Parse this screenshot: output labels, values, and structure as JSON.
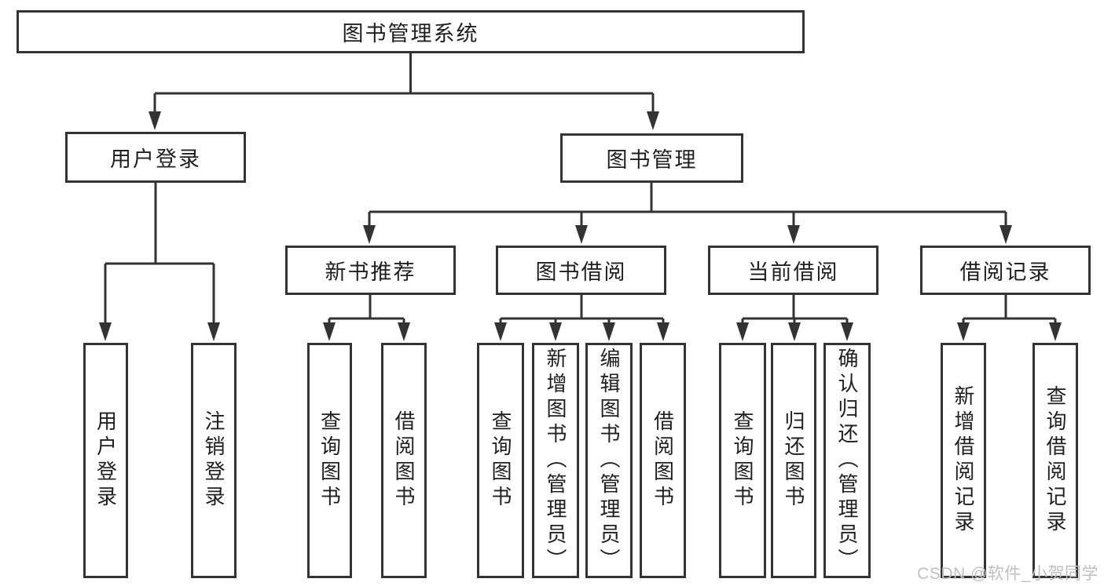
{
  "diagram": {
    "type": "hierarchy-tree",
    "root": {
      "label": "图书管理系统"
    },
    "level2": [
      {
        "label": "用户登录"
      },
      {
        "label": "图书管理"
      }
    ],
    "level3": [
      {
        "label": "新书推荐"
      },
      {
        "label": "图书借阅"
      },
      {
        "label": "当前借阅"
      },
      {
        "label": "借阅记录"
      }
    ],
    "leaves": {
      "user": [
        "用户登录",
        "注销登录"
      ],
      "recommend": [
        "查询图书",
        "借阅图书"
      ],
      "borrow": [
        "查询图书",
        "新增图书（管理员）",
        "编辑图书（管理员）",
        "借阅图书"
      ],
      "current": [
        "查询图书",
        "归还图书",
        "确认归还（管理员）"
      ],
      "records": [
        "新增借阅记录",
        "查询借阅记录"
      ]
    }
  },
  "watermark": "CSDN @软件_小贺同学",
  "colors": {
    "line": "#333333",
    "text": "#1f1f1f",
    "watermark": "#bfbfbf",
    "background": "#ffffff"
  }
}
